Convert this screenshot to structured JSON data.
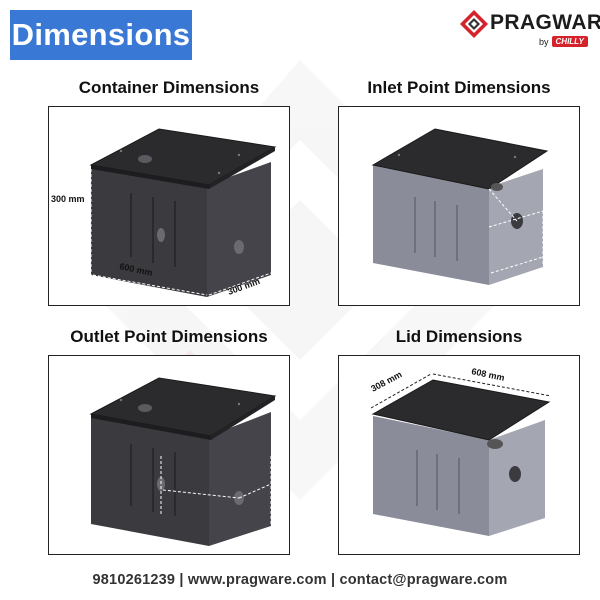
{
  "header": {
    "title": "Dimensions",
    "brand_name": "PRAGWARE",
    "brand_by": "by",
    "brand_chip": "CHILLY"
  },
  "panels": [
    {
      "title": "Container Dimensions",
      "labels": {
        "height": "300 mm",
        "length": "600 mm",
        "width": "300 mm"
      }
    },
    {
      "title": "Inlet Point Dimensions"
    },
    {
      "title": "Outlet Point Dimensions"
    },
    {
      "title": "Lid Dimensions",
      "labels": {
        "width": "308 mm",
        "length": "608 mm"
      }
    }
  ],
  "footer": {
    "text": "9810261239 | www.pragware.com | contact@pragware.com"
  },
  "colors": {
    "accent": "#3a78d6",
    "brand_red": "#d4232a",
    "box_dark_top": "#2b2b2e",
    "box_dark_front": "#3a3a3f",
    "box_light_front": "#8a8d99",
    "box_light_side": "#a4a7b2"
  }
}
